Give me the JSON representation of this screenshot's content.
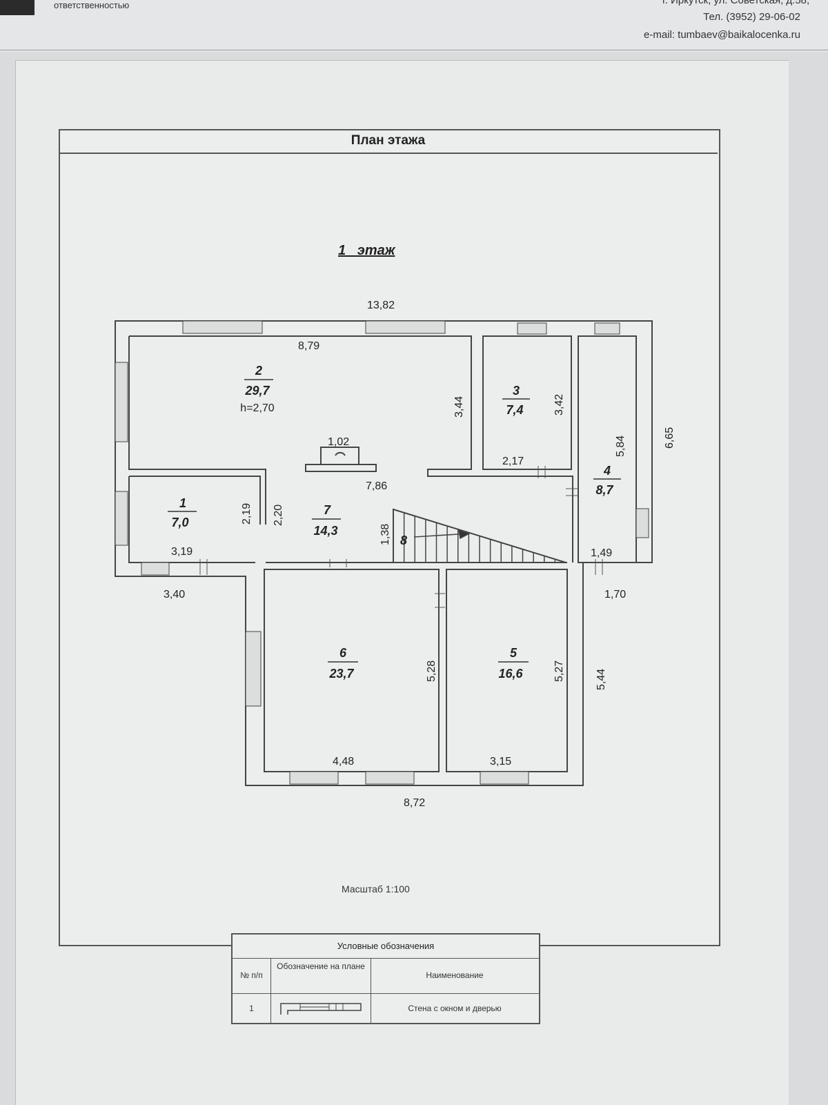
{
  "header": {
    "company_tail": "ответственностью",
    "address_tail": "г. Иркутск, ул. Советская, д.58,",
    "phone": "Тел. (3952) 29-06-02",
    "email": "e-mail: tumbaev@baikalocenka.ru"
  },
  "plan": {
    "title": "План этажа",
    "floor_label": "1   этаж",
    "scale": "Масштаб 1:100",
    "dimensions": {
      "overall_width": "13,82",
      "room2_width": "8,79",
      "room2_depth": "3,44",
      "room3_depth": "3,42",
      "room3_width": "2,17",
      "room4_depth": "5,84",
      "overall_depth_right": "6,65",
      "chimney_width": "1,02",
      "hall_width": "7,86",
      "room1_depth_a": "2,19",
      "room1_depth_b": "2,20",
      "stair_depth": "1,38",
      "room1_width": "3,19",
      "room4_width": "1,49",
      "left_offset": "3,40",
      "right_offset": "1,70",
      "room6_depth": "5,28",
      "room5_depth": "5,27",
      "annex_depth": "5,44",
      "room6_width": "4,48",
      "room5_width": "3,15",
      "annex_width": "8,72"
    },
    "rooms": [
      {
        "number": "1",
        "area": "7,0"
      },
      {
        "number": "2",
        "area": "29,7",
        "height": "h=2,70"
      },
      {
        "number": "3",
        "area": "7,4"
      },
      {
        "number": "4",
        "area": "8,7"
      },
      {
        "number": "5",
        "area": "16,6"
      },
      {
        "number": "6",
        "area": "23,7"
      },
      {
        "number": "7",
        "area": "14,3"
      },
      {
        "number": "8"
      }
    ]
  },
  "legend": {
    "caption": "Условные обозначения",
    "col_num": "№ п/п",
    "col_symbol": "Обозначение на плане",
    "col_name": "Наименование",
    "rows": [
      {
        "num": "1",
        "name": "Стена с окном и дверью"
      }
    ]
  }
}
